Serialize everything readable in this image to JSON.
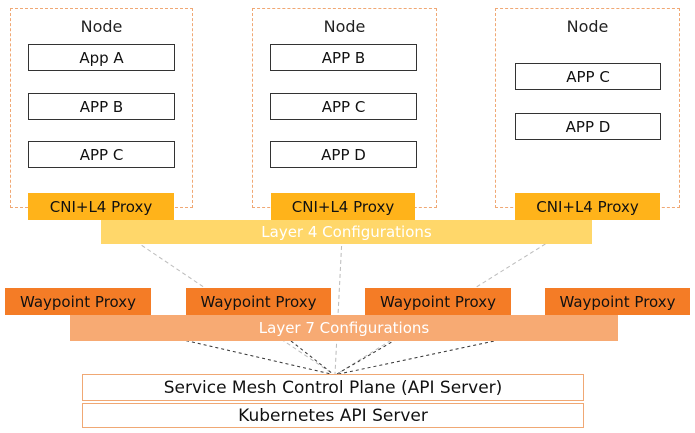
{
  "nodes": [
    {
      "title": "Node",
      "apps": [
        "App A",
        "APP B",
        "APP C"
      ],
      "proxy": "CNI+L4 Proxy"
    },
    {
      "title": "Node",
      "apps": [
        "APP B",
        "APP C",
        "APP D"
      ],
      "proxy": "CNI+L4 Proxy"
    },
    {
      "title": "Node",
      "apps": [
        "APP C",
        "APP D"
      ],
      "proxy": "CNI+L4 Proxy"
    }
  ],
  "layer4": {
    "label": "Layer 4 Configurations"
  },
  "waypoints": [
    "Waypoint Proxy",
    "Waypoint Proxy",
    "Waypoint Proxy",
    "Waypoint Proxy"
  ],
  "layer7": {
    "label": "Layer 7 Configurations"
  },
  "control_plane": {
    "label": "Service Mesh Control Plane (API Server)",
    "kubernetes": "Kubernetes API Server"
  },
  "colors": {
    "node_border": "#f0a874",
    "cni_proxy": "#ffb31a",
    "waypoint_proxy": "#f47c26",
    "layer4": "#ffd76a",
    "layer7": "#f7aa73"
  }
}
